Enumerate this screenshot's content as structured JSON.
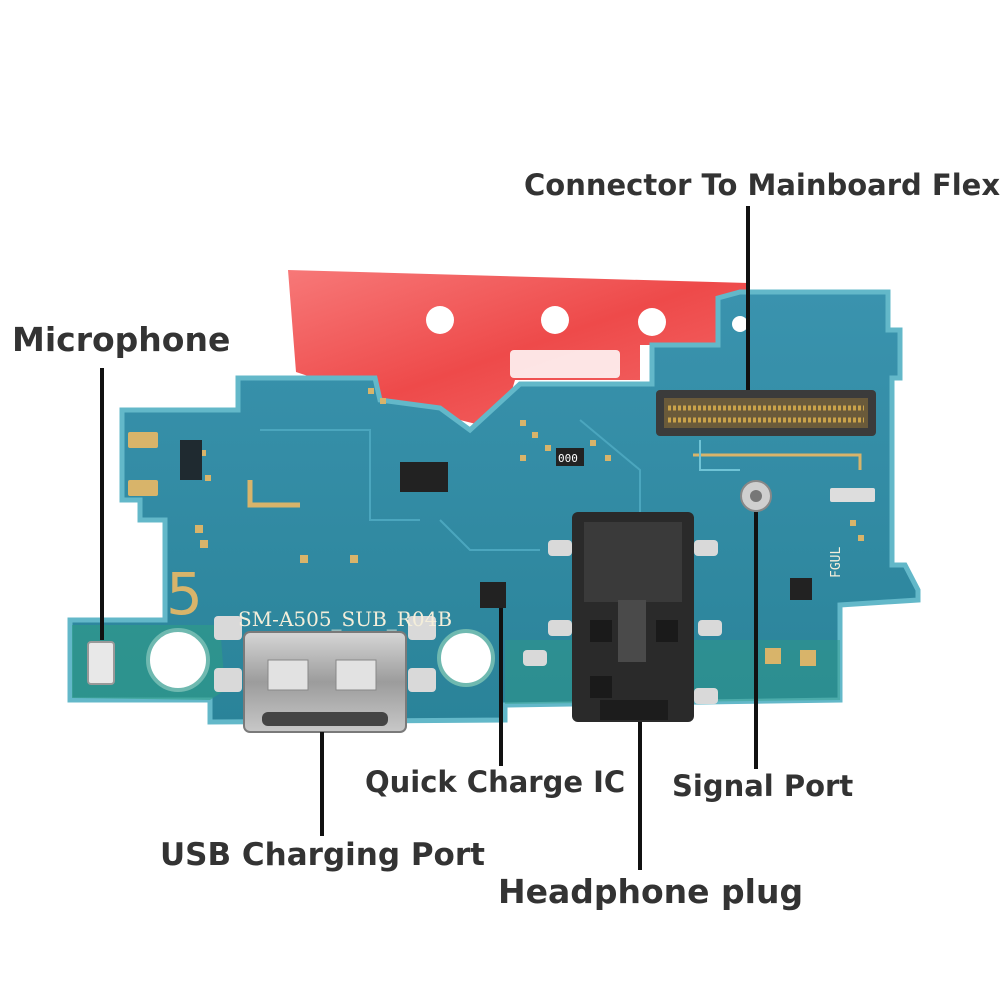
{
  "photo": {
    "silkscreen_model": "SM-A505_SUB_R04B",
    "silkscreen_number": "5",
    "silkscreen_side": "FGUL",
    "chip_marking": "000"
  },
  "callouts": {
    "connector": "Connector To Mainboard Flex",
    "microphone": "Microphone",
    "quick_charge": "Quick Charge IC",
    "signal_port": "Signal Port",
    "usb_port": "USB Charging Port",
    "headphone": "Headphone plug"
  },
  "colors": {
    "pcb": "#2E8FA6",
    "pcb_edge": "#5AAFC0",
    "pcb_green": "#2F9C86",
    "flex_tape": "#F15A5A",
    "pad": "#D8B46A",
    "metal": "#B5B5B5",
    "jack": "#2A2A2A",
    "label_text": "#333333",
    "leader": "#111111"
  }
}
